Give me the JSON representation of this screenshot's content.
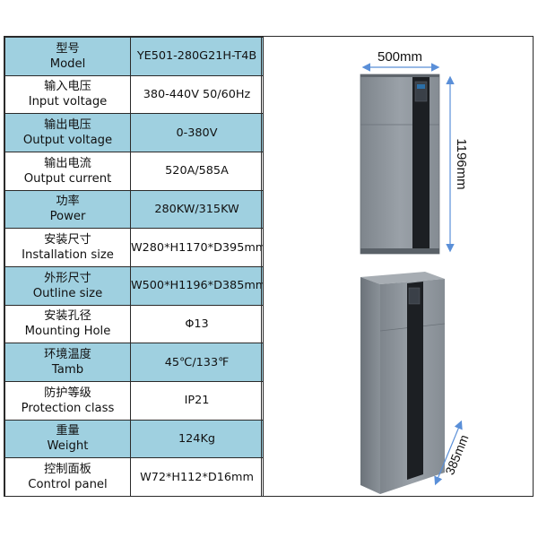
{
  "colors": {
    "highlight_row": "#9fd0e0",
    "cabinet_body": "#8f969d",
    "cabinet_strip": "#1c1f23",
    "dimension_arrow": "#5a8fd8"
  },
  "spec_rows": [
    {
      "label_cn": "型号",
      "label_en": "Model",
      "value": "YE501-280G21H-T4B",
      "highlight": true
    },
    {
      "label_cn": "输入电压",
      "label_en": "Input voltage",
      "value": "380-440V 50/60Hz",
      "highlight": false
    },
    {
      "label_cn": "输出电压",
      "label_en": "Output voltage",
      "value": "0-380V",
      "highlight": true
    },
    {
      "label_cn": "输出电流",
      "label_en": "Output current",
      "value": "520A/585A",
      "highlight": false
    },
    {
      "label_cn": "功率",
      "label_en": "Power",
      "value": "280KW/315KW",
      "highlight": true
    },
    {
      "label_cn": "安装尺寸",
      "label_en": "Installation size",
      "value": "W280*H1170*D395mm",
      "highlight": false
    },
    {
      "label_cn": "外形尺寸",
      "label_en": "Outline size",
      "value": "W500*H1196*D385mm",
      "highlight": true
    },
    {
      "label_cn": "安装孔径",
      "label_en": "Mounting Hole",
      "value": "Φ13",
      "highlight": false
    },
    {
      "label_cn": "环境温度",
      "label_en": "Tamb",
      "value": "45℃/133℉",
      "highlight": true
    },
    {
      "label_cn": "防护等级",
      "label_en": "Protection class",
      "value": "IP21",
      "highlight": false
    },
    {
      "label_cn": "重量",
      "label_en": "Weight",
      "value": "124Kg",
      "highlight": true
    },
    {
      "label_cn": "控制面板",
      "label_en": "Control panel",
      "value": "W72*H112*D16mm",
      "highlight": false
    }
  ],
  "dimensions": {
    "width_label": "500mm",
    "height_label": "1196mm",
    "depth_label": "385mm"
  }
}
